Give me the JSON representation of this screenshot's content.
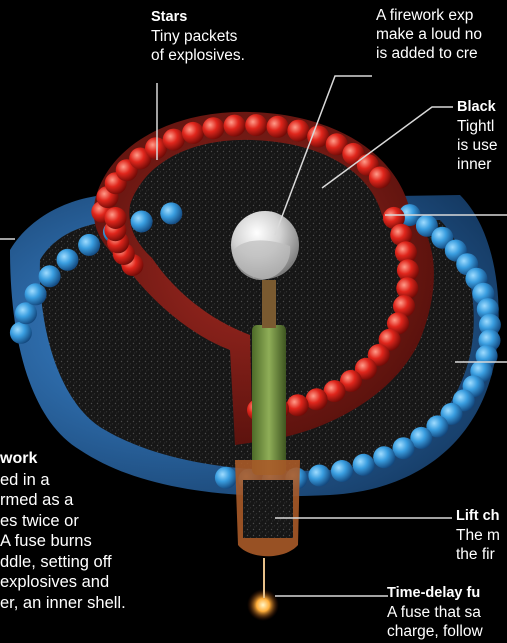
{
  "labels": {
    "stars": {
      "title": "Stars",
      "lines": [
        "Tiny packets",
        "of explosives."
      ]
    },
    "top_right": {
      "lines": [
        "A firework exp",
        "make a loud no",
        "is added to cre"
      ]
    },
    "black_powder": {
      "title": "Black",
      "lines": [
        "Tightl",
        "is use",
        "inner"
      ]
    },
    "firework": {
      "title": "work",
      "lines": [
        "ed in a",
        "rmed as a",
        "es twice or",
        "A fuse burns",
        "ddle, setting off",
        "explosives and",
        "er, an inner shell."
      ]
    },
    "lift_charge": {
      "title": "Lift ch",
      "lines": [
        "The m",
        "the fir"
      ]
    },
    "time_delay": {
      "title": "Time-delay fu",
      "lines": [
        "A fuse that sa",
        "charge, follow"
      ]
    }
  },
  "colors": {
    "background": "#000000",
    "text": "#ffffff",
    "outer_shell": "#2a6fb8",
    "blue_star": "#3a9ee0",
    "inner_shell": "#8c1c16",
    "red_star": "#e0261c",
    "gunpowder": "#1c1c1c",
    "burst_charge": "#e4e4e4",
    "fuse": "#6f8e3e",
    "lift_tube": "#a85a28",
    "leader": "#d9d9d9"
  }
}
